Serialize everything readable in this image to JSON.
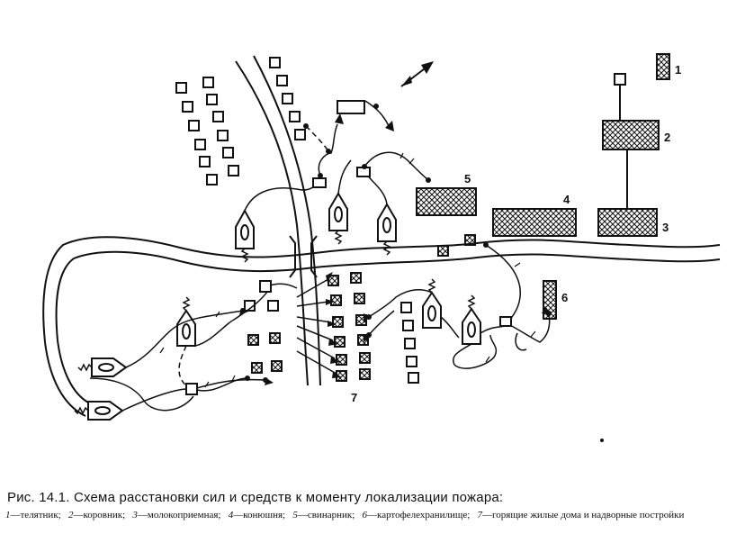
{
  "labels": {
    "n1": "1",
    "n2": "2",
    "n3": "3",
    "n4": "4",
    "n5": "5",
    "n6": "6",
    "n7": "7"
  },
  "caption": {
    "title": "Рис. 14.1. Схема расстановки сил и средств к моменту локализации пожара:",
    "legend": [
      {
        "num": "1",
        "text": "—телятник;"
      },
      {
        "num": "2",
        "text": "—коровник;"
      },
      {
        "num": "3",
        "text": "—молокоприемная;"
      },
      {
        "num": "4",
        "text": "—конюшня;"
      },
      {
        "num": "5",
        "text": "—свинарник;"
      },
      {
        "num": "6",
        "text": "—картофелехранилище;"
      },
      {
        "num": "7",
        "text": "—горящие жилые дома и надворные постройки"
      }
    ]
  }
}
